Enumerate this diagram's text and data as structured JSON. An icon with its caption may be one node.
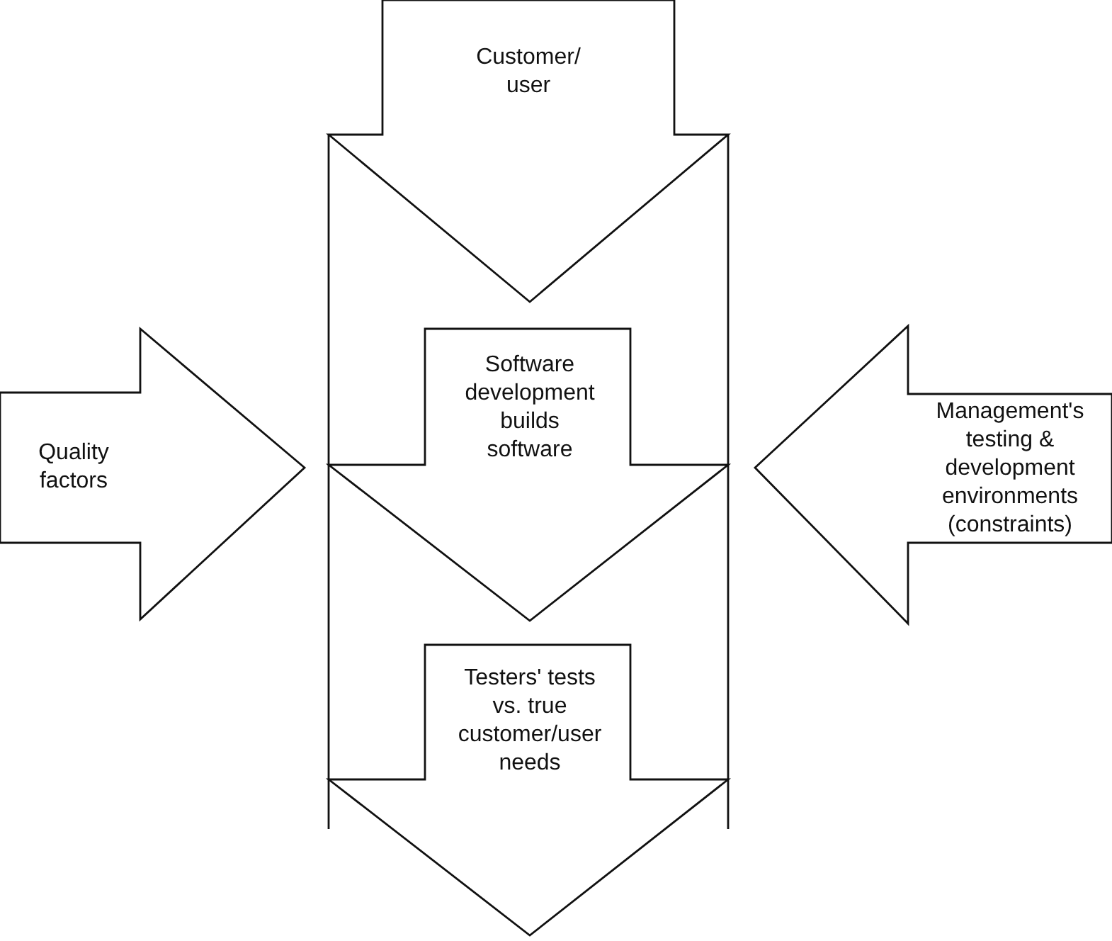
{
  "diagram": {
    "nodes": [
      {
        "text": [
          "Customer/ user"
        ]
      },
      {
        "text": [
          "Software development builds software"
        ]
      },
      {
        "text": [
          "Testers' tests vs. true customer/user needs"
        ]
      },
      {
        "text": [
          "Quality factors"
        ]
      },
      {
        "text": [
          "Management's testing & development environments (constraints)"
        ]
      }
    ]
  }
}
